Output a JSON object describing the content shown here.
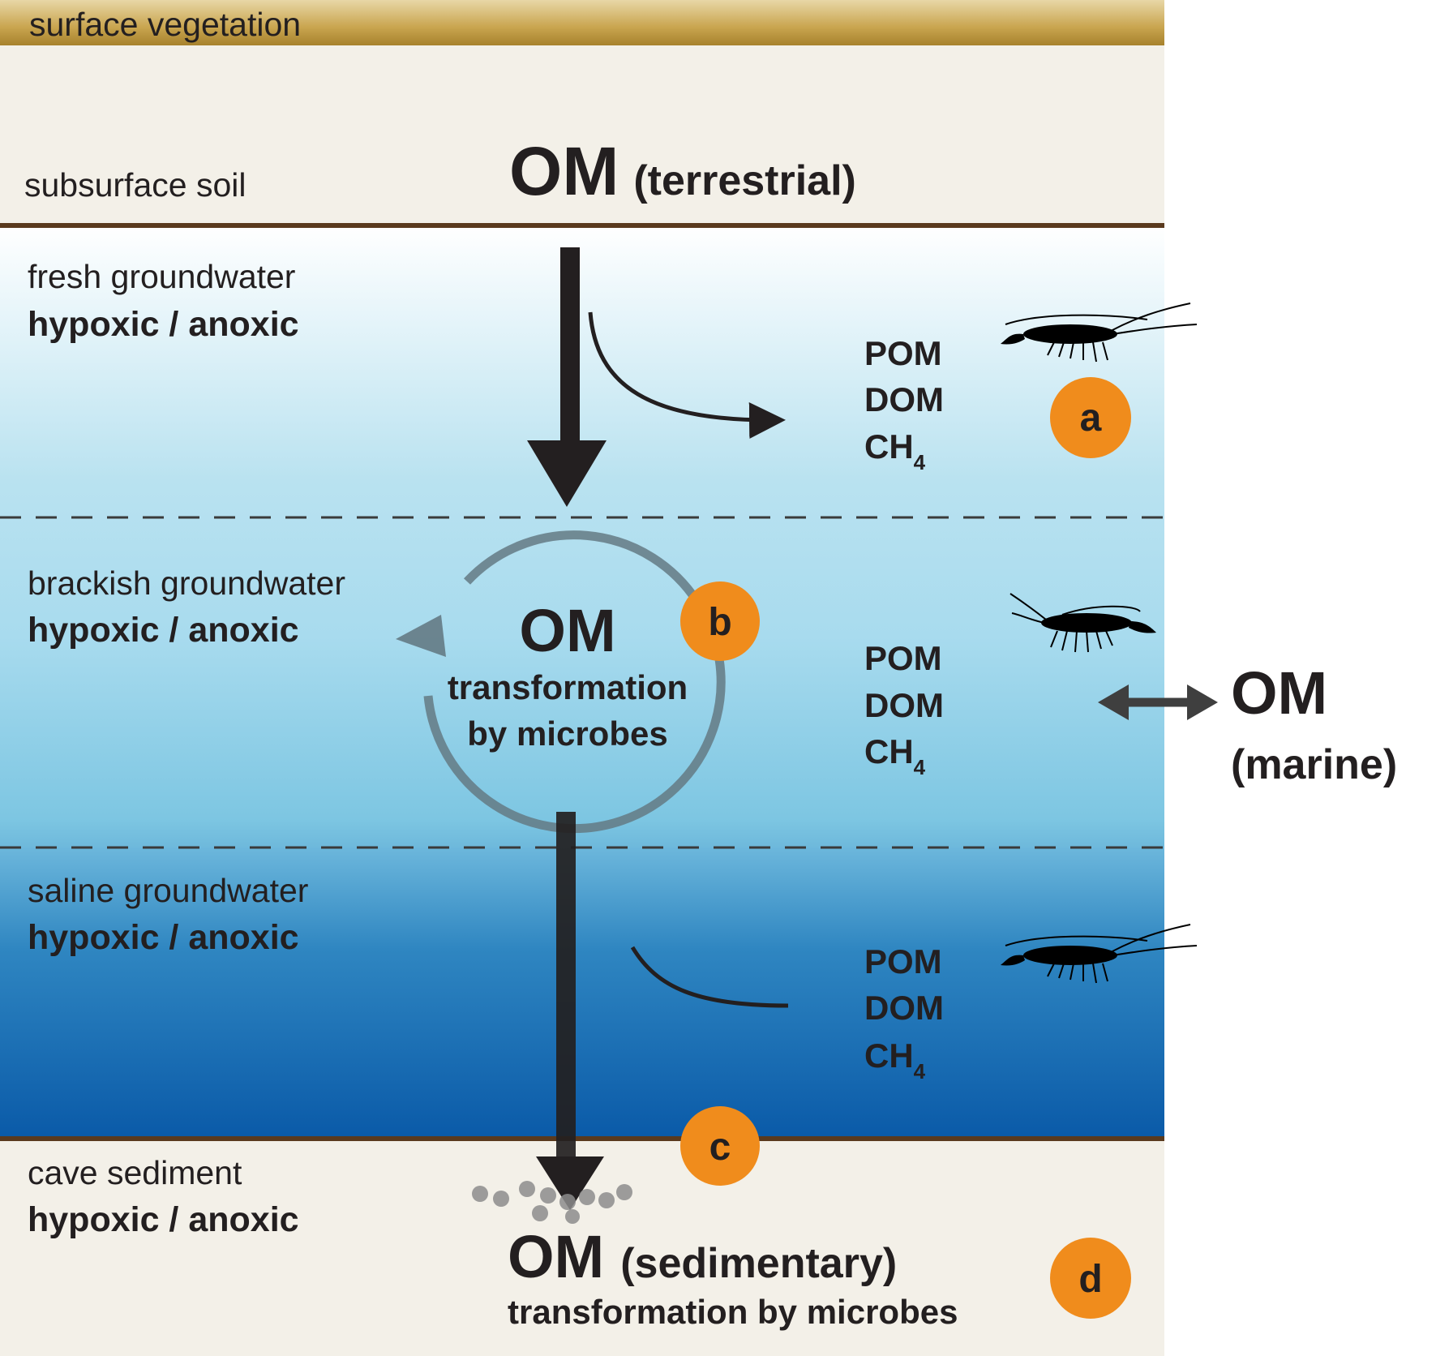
{
  "layers": {
    "surface": "surface vegetation",
    "soil": "subsurface soil",
    "fresh": {
      "name": "fresh groundwater",
      "condition": "hypoxic / anoxic"
    },
    "brackish": {
      "name": "brackish groundwater",
      "condition": "hypoxic / anoxic"
    },
    "saline": {
      "name": "saline groundwater",
      "condition": "hypoxic / anoxic"
    },
    "sediment": {
      "name": "cave sediment",
      "condition": "hypoxic / anoxic"
    }
  },
  "om_terrestrial": {
    "main": "OM",
    "qualifier": "(terrestrial)"
  },
  "om_cycle": {
    "main": "OM",
    "line1": "transformation",
    "line2": "by microbes"
  },
  "om_marine": {
    "main": "OM",
    "qualifier": "(marine)"
  },
  "om_sedimentary": {
    "main": "OM",
    "qualifier": "(sedimentary)",
    "line2": "transformation by microbes"
  },
  "pools": [
    {
      "pom": "POM",
      "dom": "DOM",
      "ch": "CH",
      "sub": "4"
    },
    {
      "pom": "POM",
      "dom": "DOM",
      "ch": "CH",
      "sub": "4"
    },
    {
      "pom": "POM",
      "dom": "DOM",
      "ch": "CH",
      "sub": "4"
    }
  ],
  "badges": {
    "a": "a",
    "b": "b",
    "c": "c",
    "d": "d"
  },
  "icons": [
    "shrimp-icon",
    "shrimp-icon",
    "shrimp-icon"
  ],
  "colors": {
    "surface_band": "#c9a54f",
    "soil": "#f3f0e8",
    "boundary": "#5a3a1e",
    "water_top": "#ffffff",
    "water_mid": "#8fd0e6",
    "water_bottom": "#0a5aa8",
    "badge": "#f08c1c",
    "arrow": "#231f20",
    "cycle": "#647a84"
  }
}
